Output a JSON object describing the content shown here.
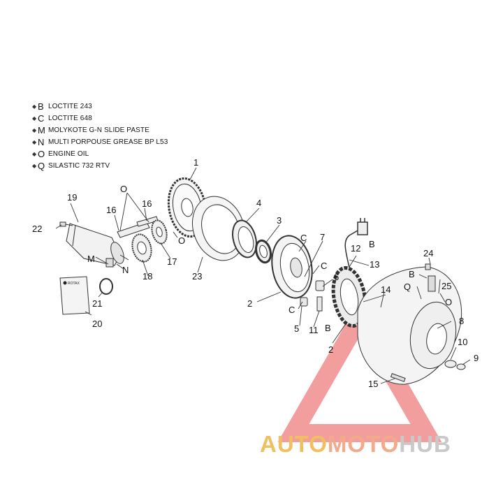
{
  "legend": [
    {
      "code": "B",
      "desc": "LOCTITE 243"
    },
    {
      "code": "C",
      "desc": "LOCTITE 648"
    },
    {
      "code": "M",
      "desc": "MOLYKOTE G-N SLIDE PASTE"
    },
    {
      "code": "N",
      "desc": "MULTI PORPOUSE GREASE BP L53"
    },
    {
      "code": "O",
      "desc": "ENGINE OIL"
    },
    {
      "code": "Q",
      "desc": "SILASTIC 732 RTV"
    }
  ],
  "callouts": {
    "c1": "1",
    "c2a": "2",
    "c2b": "2",
    "c3": "3",
    "c4": "4",
    "c5": "5",
    "c6": "6",
    "c7": "7",
    "c8": "8",
    "c9": "9",
    "c10": "10",
    "c11": "11",
    "c12": "12",
    "c13": "13",
    "c14": "14",
    "c15": "15",
    "c16a": "16",
    "c16b": "16",
    "c17": "17",
    "c18": "18",
    "c19": "19",
    "c20": "20",
    "c21": "21",
    "c22": "22",
    "c23": "23",
    "c24": "24",
    "c25": "25",
    "O1": "O",
    "O2": "O",
    "O3": "O",
    "C1": "C",
    "C2": "C",
    "C3": "C",
    "B1": "B",
    "B2": "B",
    "B3": "B",
    "M1": "M",
    "N1": "N",
    "Q1": "Q"
  },
  "manual_label": "ROTAX",
  "watermark": {
    "part1": "AUTO",
    "part2": "MOTO",
    "part3": "HUB"
  },
  "colors": {
    "watermark_red": "#e8464a",
    "watermark_gold": "#f0c060",
    "line": "#333333"
  }
}
